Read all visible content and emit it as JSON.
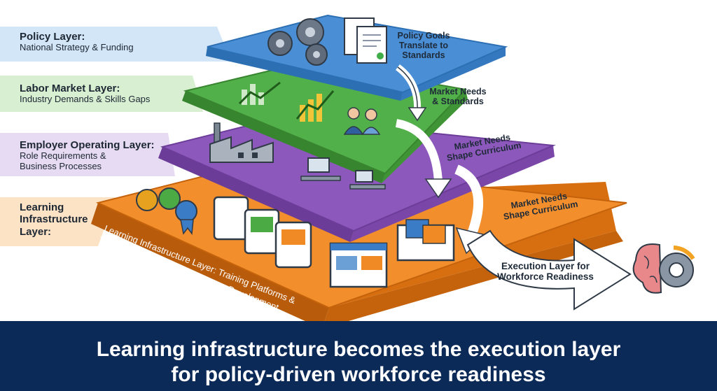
{
  "layers": [
    {
      "title": "Policy Layer:",
      "subtitle": "National Strategy & Funding",
      "color": "#3f86cf"
    },
    {
      "title": "Labor Market Layer:",
      "subtitle": "Industry Demands & Skills Gaps",
      "color": "#4caa45"
    },
    {
      "title": "Employer Operating Layer:",
      "subtitle": "Role Requirements &\nBusiness Processes",
      "color": "#8a55b8"
    },
    {
      "title": "Learning\nInfrastructure\nLayer:",
      "subtitle": "",
      "color": "#f08a24"
    }
  ],
  "flows": [
    "Policy Goals\nTranslate to\nStandards",
    "Market Needs\n& Standards",
    "Market Needs\nShape Curriculum",
    "Market Needs\nShape Curriculum",
    "Execution Layer for\nWorkforce Readiness"
  ],
  "slab_text": [
    "Learning Infrastructure Layer: Training Platforms &",
    "Training Platforms & Competency Development"
  ],
  "icons": [
    "gear-icon",
    "document-icon",
    "chart-icon",
    "people-icon",
    "factory-icon",
    "workstation-icon",
    "badge-icon",
    "tablet-icon",
    "browser-window-icon",
    "brain-gear-icon"
  ],
  "banner": {
    "text": "Learning infrastructure becomes the execution layer\nfor policy-driven workforce readiness",
    "color": "#0c2a57"
  }
}
